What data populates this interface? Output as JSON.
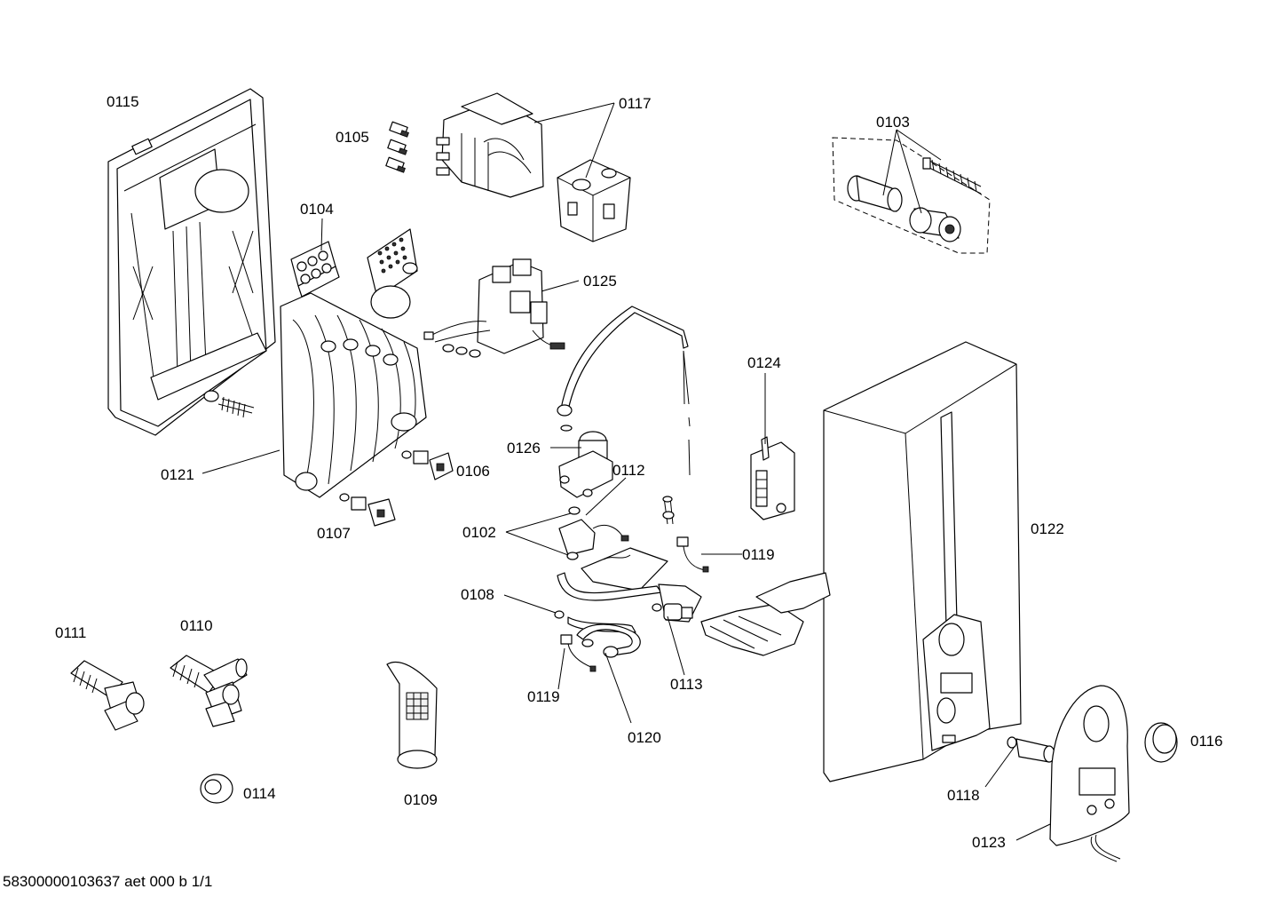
{
  "labels": {
    "p0115": "0115",
    "p0105": "0105",
    "p0117": "0117",
    "p0103": "0103",
    "p0104": "0104",
    "p0125": "0125",
    "p0124": "0124",
    "p0126": "0126",
    "p0112": "0112",
    "p0121": "0121",
    "p0106": "0106",
    "p0102": "0102",
    "p0122": "0122",
    "p0107": "0107",
    "p0119a": "0119",
    "p0108": "0108",
    "p0111": "0111",
    "p0110": "0110",
    "p0113": "0113",
    "p0119b": "0119",
    "p0120": "0120",
    "p0116": "0116",
    "p0114": "0114",
    "p0109": "0109",
    "p0118": "0118",
    "p0123": "0123"
  },
  "footer": "58300000103637 aet 000 b 1/1"
}
